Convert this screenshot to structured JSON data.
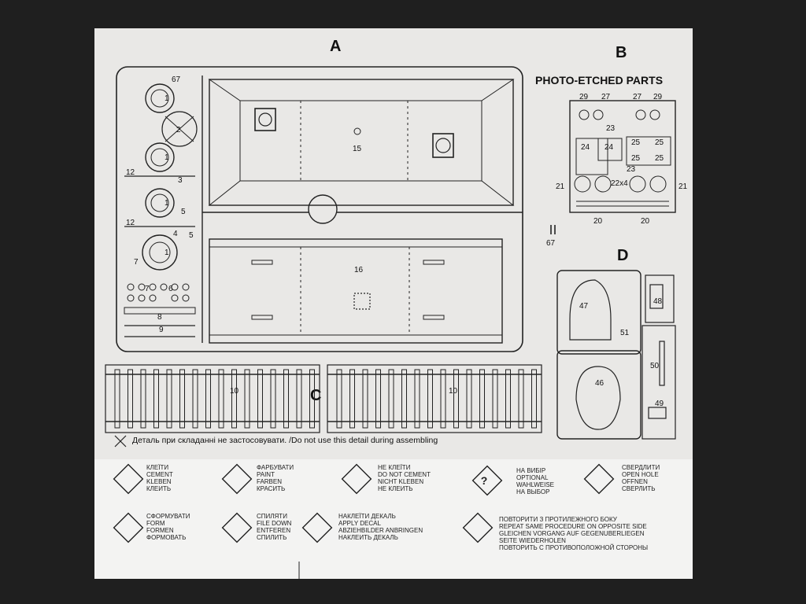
{
  "sections": {
    "a": "A",
    "b": "B",
    "c": "C",
    "d": "D"
  },
  "photo_etched_title": "PHOTO-ETCHED PARTS",
  "sprue_a_numbers": [
    "67",
    "1",
    "2",
    "1",
    "12",
    "3",
    "1",
    "5",
    "12",
    "4",
    "5",
    "1",
    "7",
    "7",
    "6",
    "8",
    "9"
  ],
  "part_numbers": {
    "p15": "15",
    "p16": "16",
    "p10a": "10",
    "p10b": "10",
    "p67b": "67"
  },
  "pe_numbers": [
    "29",
    "27",
    "27",
    "29",
    "23",
    "24",
    "24",
    "25",
    "25",
    "25",
    "25",
    "23",
    "21",
    "22x4",
    "21",
    "20",
    "20"
  ],
  "d_numbers": [
    "47",
    "51",
    "48",
    "46",
    "50",
    "49"
  ],
  "note": {
    "ukr": "Деталь при складанні не застосовувати.",
    "eng": "/Do not use this detail during assembling"
  },
  "legend": [
    {
      "icon": "glue-drop-icon",
      "lines": [
        "КЛЕЇТИ",
        "CEMENT",
        "KLEBEN",
        "КЛЕИТЬ"
      ]
    },
    {
      "icon": "paint-brush-icon",
      "lines": [
        "ФАРБУВАТИ",
        "PAINT",
        "FARBEN",
        "КРАСИТЬ"
      ]
    },
    {
      "icon": "no-glue-icon",
      "lines": [
        "НЕ КЛЕЇТИ",
        "DO NOT CEMENT",
        "NICHT KLEBEN",
        "НЕ КЛЕИТЬ"
      ]
    },
    {
      "icon": "question-icon",
      "lines": [
        "НА ВИБІР",
        "OPTIONAL",
        "WAHLWEISE",
        "НА ВЫБОР"
      ]
    },
    {
      "icon": "drill-icon",
      "lines": [
        "СВЕРДЛИТИ",
        "OPEN HOLE",
        "OFFNEN",
        "СВЕРЛИТЬ"
      ]
    },
    {
      "icon": "form-icon",
      "lines": [
        "СФОРМУВАТИ",
        "FORM",
        "FORMEN",
        "ФОРМОВАТЬ"
      ]
    },
    {
      "icon": "file-icon",
      "lines": [
        "СПИЛЯТИ",
        "FILE DOWN",
        "ENTFEREN",
        "СПИЛИТЬ"
      ]
    },
    {
      "icon": "decal-icon",
      "lines": [
        "НАКЛЕЇТИ ДЕКАЛЬ",
        "APPLY DECAL",
        "ABZIEHBILDER ANBRINGEN",
        "НАКЛЕИТЬ ДЕКАЛЬ"
      ]
    },
    {
      "icon": "repeat-icon",
      "lines": [
        "ПОВТОРИТИ З ПРОТИЛЕЖНОГО БОКУ",
        "REPEAT SAME PROCEDURE ON OPPOSITE SIDE",
        "GLEICHEN VORGANG AUF GEGENUBERLIEGEN",
        "SEITE WIEDERHOLEN",
        "ПОВТОРИТЬ С ПРОТИВОПОЛОЖНОЙ СТОРОНЫ"
      ]
    }
  ]
}
